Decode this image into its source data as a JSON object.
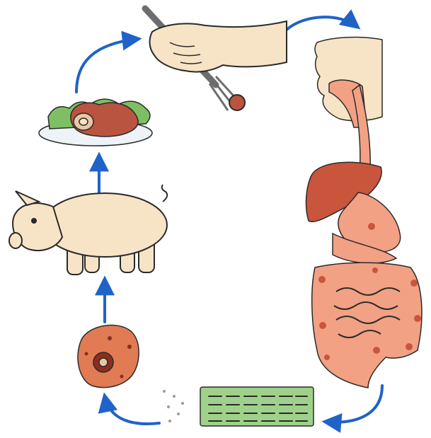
{
  "diagram": {
    "type": "life-cycle",
    "stages": [
      {
        "id": "pig",
        "icon": "pig-icon"
      },
      {
        "id": "meat",
        "icon": "meat-plate-icon"
      },
      {
        "id": "eating",
        "icon": "hand-fork-icon"
      },
      {
        "id": "human-digestive-system",
        "icon": "digestive-system-icon"
      },
      {
        "id": "segments",
        "icon": "tapeworm-segments-icon"
      },
      {
        "id": "egg",
        "icon": "egg-cell-icon"
      }
    ],
    "arrow_color": "#1f63c8",
    "colors": {
      "skin": "#f7e4c6",
      "organ": "#f2a184",
      "liver": "#c9553d",
      "meat": "#b8543f",
      "lettuce": "#7fbf63",
      "green_card": "#9fd18a",
      "outline": "#2a2a2a"
    }
  }
}
